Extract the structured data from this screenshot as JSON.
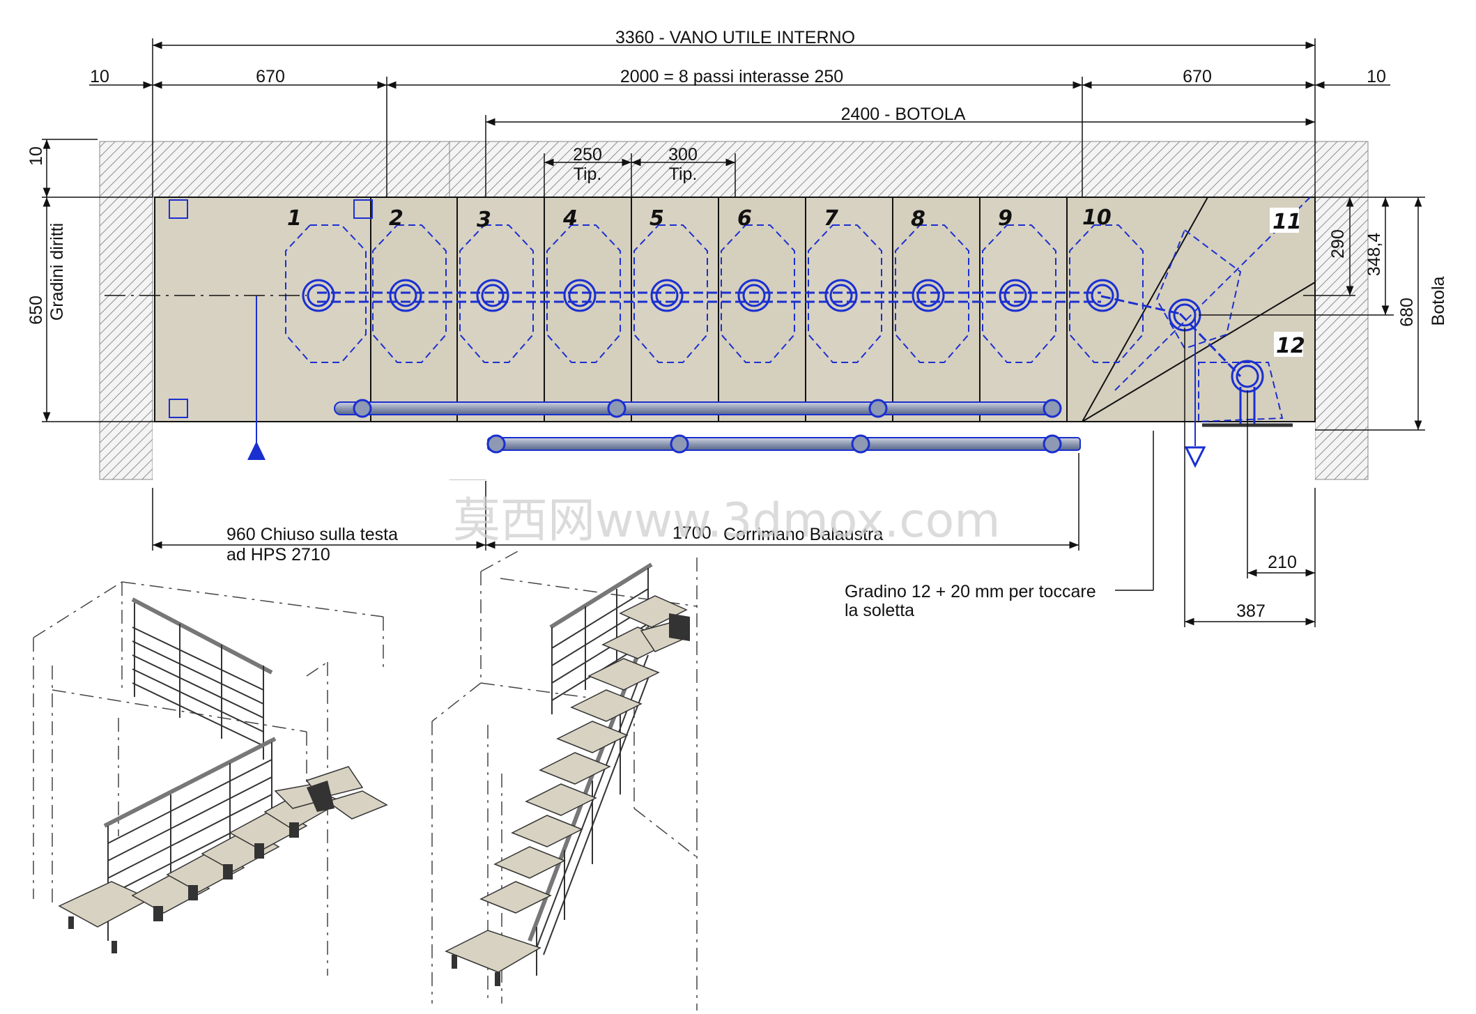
{
  "dimensions": {
    "vano": "3360   - VANO UTILE INTERNO",
    "left_margin": "10",
    "right_margin": "10",
    "left_width": "670",
    "right_width": "670",
    "passi": "2000  = 8 passi interasse 250",
    "botola_width": "2400  - BOTOLA",
    "tip_250": "250",
    "tip_300": "300",
    "tip_label": "Tip.",
    "wall_top": "10",
    "depth_left": "650",
    "gradini_diritti": "Gradini diritti",
    "r290": "290",
    "r348": "348,4",
    "r680": "680",
    "botola_label": "Botola",
    "chiuso_line1": "960  Chiuso sulla testa",
    "chiuso_line2": "ad HPS 2710",
    "corrimano_value": "1700",
    "corrimano_label": "Corrimano Balaustra",
    "gradino_line1": "Gradino 12 + 20 mm per toccare",
    "gradino_line2": "la soletta",
    "d210": "210",
    "d387": "387"
  },
  "steps": [
    "1",
    "2",
    "3",
    "4",
    "5",
    "6",
    "7",
    "8",
    "9",
    "10",
    "11",
    "12"
  ],
  "watermark": "莫西网www.3dmox.com",
  "colors": {
    "tread": "#d8d2c2",
    "wall_hatch": "#9a9a9a",
    "blue": "#1a2fd0",
    "line": "#111111"
  }
}
